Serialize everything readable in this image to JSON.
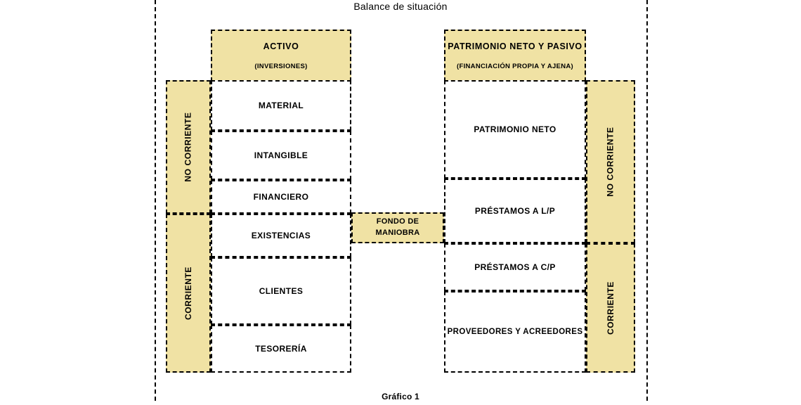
{
  "figure": {
    "title": "Balance de situación",
    "caption": "Gráfico 1",
    "accent_fill": "#f0e2a4",
    "line_color": "#000000"
  },
  "assets": {
    "header": {
      "title": "ACTIVO",
      "subtitle": "(INVERSIONES)"
    },
    "side_labels": {
      "non_current": "NO CORRIENTE",
      "current": "CORRIENTE"
    },
    "rows": [
      {
        "label": "MATERIAL"
      },
      {
        "label": "INTANGIBLE"
      },
      {
        "label": "FINANCIERO"
      },
      {
        "label": "EXISTENCIAS"
      },
      {
        "label": "CLIENTES"
      },
      {
        "label": "TESORERÍA"
      }
    ]
  },
  "equity_liabilities": {
    "header": {
      "title": "PATRIMONIO NETO Y PASIVO",
      "subtitle": "(FINANCIACIÓN PROPIA Y AJENA)"
    },
    "side_labels": {
      "non_current": "NO CORRIENTE",
      "current": "CORRIENTE"
    },
    "rows": [
      {
        "label": "PATRIMONIO NETO"
      },
      {
        "label": "PRÉSTAMOS A L/P"
      },
      {
        "label": "PRÉSTAMOS A C/P"
      },
      {
        "label": "PROVEEDORES Y ACREEDORES"
      }
    ]
  },
  "working_capital": {
    "line1": "FONDO DE",
    "line2": "MANIOBRA"
  }
}
